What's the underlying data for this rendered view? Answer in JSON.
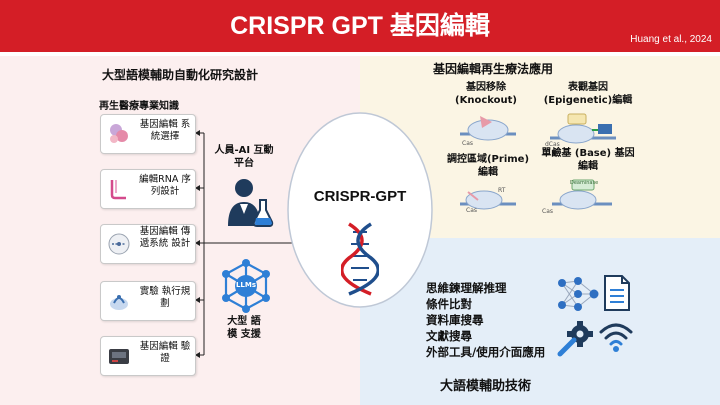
{
  "header": {
    "title": "CRISPR GPT 基因編輯",
    "citation": "Huang et al., 2024"
  },
  "left_panel": {
    "heading": "大型語模輔助自動化研究設計",
    "knowledge_heading": "再生醫療專業知識",
    "cards": [
      {
        "label": "基因編輯 系統選擇",
        "icon": "molecule-icon"
      },
      {
        "label": "編輯RNA 序列設計",
        "icon": "rna-strand-icon"
      },
      {
        "label": "基因編輯 傳遞系統 設計",
        "icon": "delivery-vector-icon"
      },
      {
        "label": "實驗 執行規劃",
        "icon": "lab-hand-icon"
      },
      {
        "label": "基因編輯 驗證",
        "icon": "sequencer-device-icon"
      }
    ],
    "human_ai_label": "人員-AI 互動平台",
    "llm_label": "大型 語模 支援",
    "llm_badge": "LLMs"
  },
  "center": {
    "title": "CRISPR-GPT"
  },
  "top_right": {
    "heading": "基因編輯再生療法應用",
    "items": [
      {
        "label": "基因移除 (Knockout)"
      },
      {
        "label": "表觀基因 (Epigenetic)編輯"
      },
      {
        "label": "調控區域(Prime) 編輯"
      },
      {
        "label": "單鹼基 (Base) 基因編輯"
      }
    ],
    "mini_labels": {
      "cas": "Cas",
      "dcas": "dCas",
      "rt": "RT",
      "deaminase": "Deaminase"
    }
  },
  "bottom_right": {
    "items": [
      "思維鍊理解推理",
      "條件比對",
      "資料庫搜尋",
      "文獻搜尋",
      "外部工具/使用介面應用"
    ],
    "footer": "大語模輔助技術"
  },
  "colors": {
    "accent_red": "#d41e26",
    "left_bg": "#fcefef",
    "top_right_bg": "#fbf5e4",
    "bottom_right_bg": "#e4eef8",
    "icon_navy": "#1f3b5c",
    "icon_blue": "#2e7fd6"
  }
}
